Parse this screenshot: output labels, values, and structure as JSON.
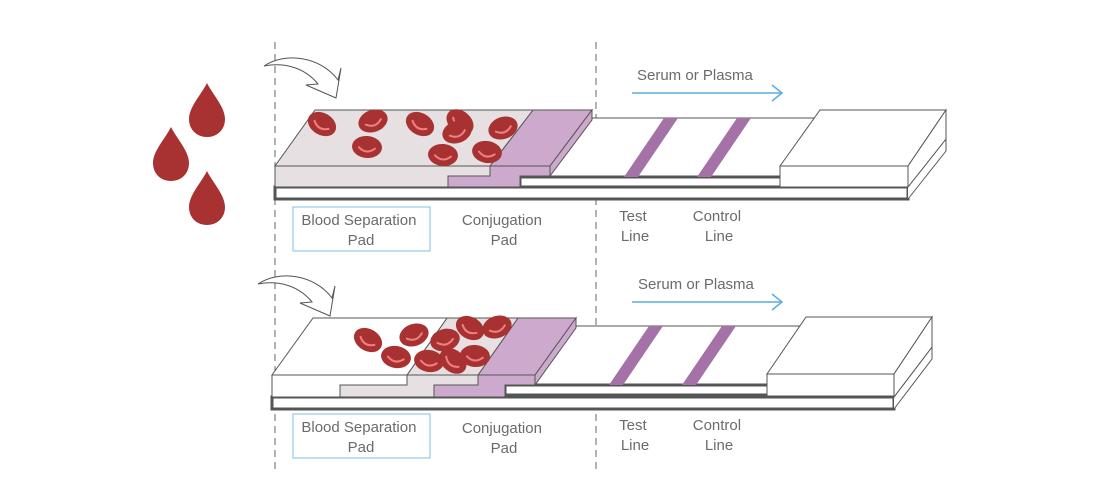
{
  "title": "Lateral flow test strip with blood separation pad",
  "colors": {
    "blood": "#a83232",
    "cell_highlight": "#f08080",
    "separation_pad": "#e6e0e2",
    "conjugation_pad": "#cda9ce",
    "test_line": "#a572a8",
    "outline": "#555555",
    "flow_arrow": "#5aaedc",
    "label_box": "#7fc0e0",
    "label_text": "#6b6b6b"
  },
  "panels": [
    {
      "id": "top",
      "flow_label": "Serum or Plasma",
      "labels": {
        "blood_separation_pad": [
          "Blood Separation",
          "Pad"
        ],
        "conjugation_pad": [
          "Conjugation",
          "Pad"
        ],
        "test_line": [
          "Test",
          "Line"
        ],
        "control_line": [
          "Control",
          "Line"
        ]
      }
    },
    {
      "id": "bottom",
      "flow_label": "Serum or Plasma",
      "labels": {
        "blood_separation_pad": [
          "Blood Separation",
          "Pad"
        ],
        "conjugation_pad": [
          "Conjugation",
          "Pad"
        ],
        "test_line": [
          "Test",
          "Line"
        ],
        "control_line": [
          "Control",
          "Line"
        ]
      }
    }
  ]
}
